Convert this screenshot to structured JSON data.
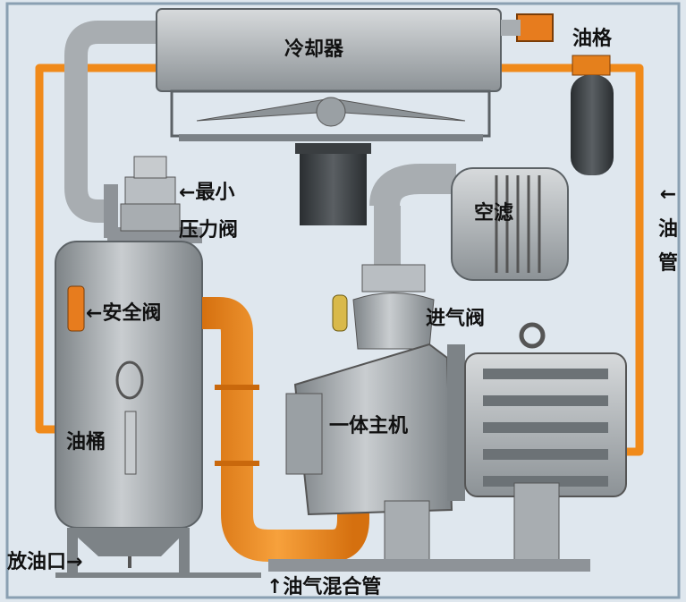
{
  "labels": {
    "cooler": "冷却器",
    "oil_filter": "油格",
    "min_pressure_valve_line1": "←最小",
    "min_pressure_valve_line2": "压力阀",
    "air_filter": "空滤",
    "oil_pipe_arrow": "←",
    "oil_pipe_char1": "油",
    "oil_pipe_char2": "管",
    "safety_valve": "←安全阀",
    "intake_valve": "进气阀",
    "integrated_main_unit": "一体主机",
    "oil_tank": "油桶",
    "drain_outlet": "放油口→",
    "oil_gas_mixing_pipe": "↑油气混合管"
  },
  "colors": {
    "background": "#dfe7ee",
    "oil_pipe": "#f08a1a",
    "oil_pipe_dark": "#c9680c",
    "metal": "#9aa0a4",
    "metal_light": "#c7cbce",
    "metal_dark": "#5c6266"
  }
}
